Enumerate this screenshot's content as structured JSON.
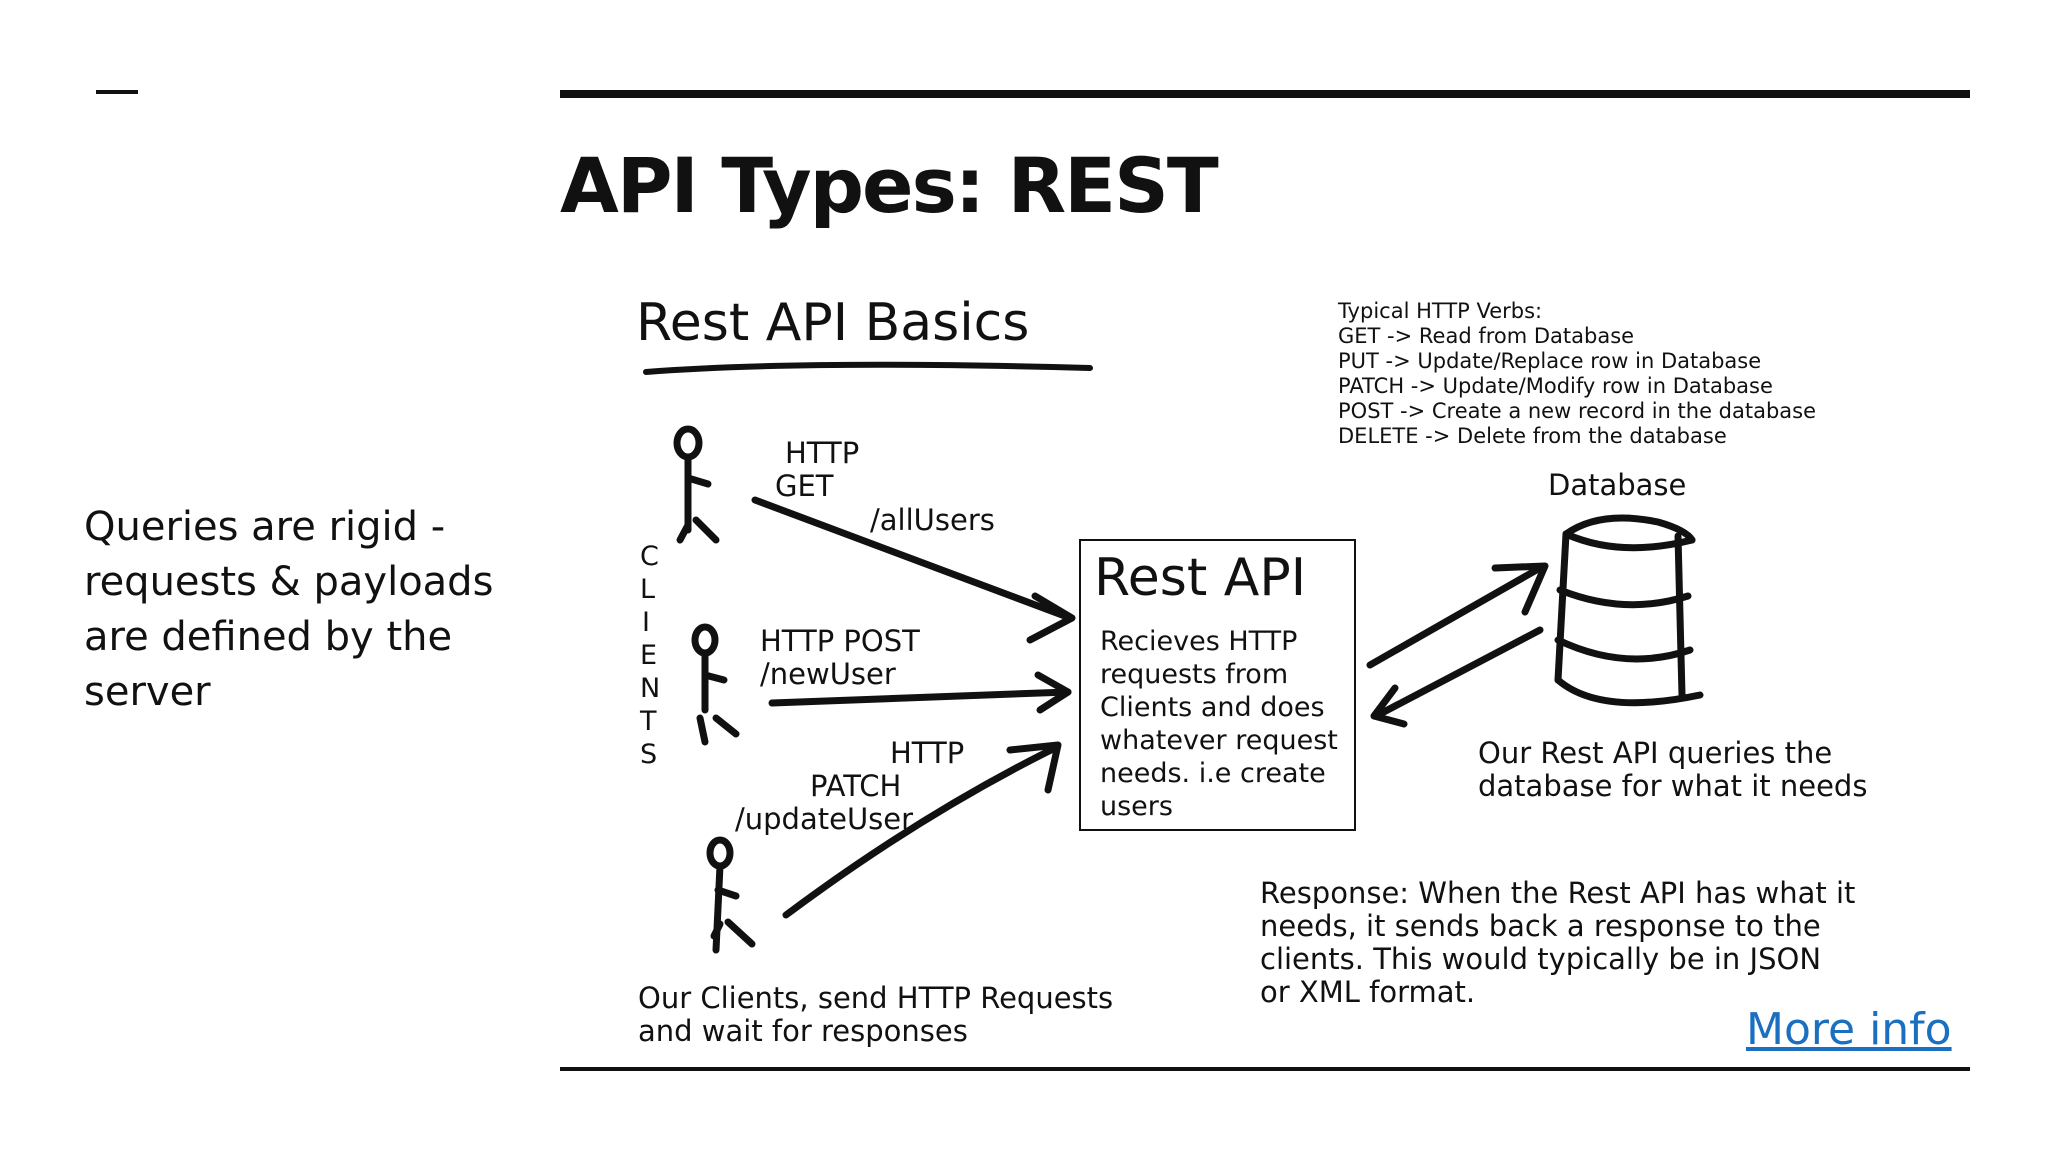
{
  "slide": {
    "title": "API Types: REST",
    "side_text": "Queries are rigid - requests & payloads are defined by the server",
    "more_info_label": "More info"
  },
  "diagram": {
    "heading": "Rest API Basics",
    "verbs_title": "Typical HTTP Verbs:",
    "verbs": [
      "GET -> Read from Database",
      "PUT -> Update/Replace row in Database",
      "PATCH -> Update/Modify row in Database",
      "POST -> Create a new record in the database",
      "DELETE -> Delete from the database"
    ],
    "clients_label": "C L I E N T S",
    "get_label": [
      "HTTP",
      "GET"
    ],
    "get_path": "/allUsers",
    "post_label": "HTTP POST",
    "post_path": "/newUser",
    "patch_label": [
      "HTTP",
      "PATCH",
      "/updateUser"
    ],
    "api_box": {
      "title": "Rest API",
      "body": [
        "Recieves HTTP",
        "requests from",
        "Clients and does",
        "whatever request",
        "needs. i.e create",
        "users"
      ]
    },
    "database_label": "Database",
    "database_caption": [
      "Our Rest API queries the",
      "database for what it needs"
    ],
    "clients_caption": [
      "Our Clients, send HTTP Requests",
      "and wait for responses"
    ],
    "response_text": [
      "Response: When the Rest API has what it",
      "needs, it sends back a response to the",
      "clients. This would typically be in JSON",
      "or XML format."
    ]
  }
}
